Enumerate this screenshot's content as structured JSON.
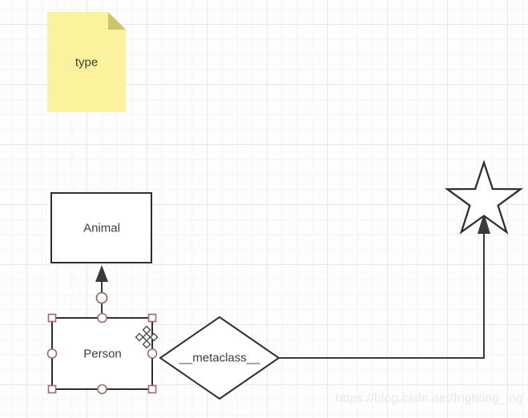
{
  "canvas": {
    "watermark": "https://blog.csdn.net/frighting_ing"
  },
  "shapes": {
    "note": {
      "type": "note",
      "label": "type"
    },
    "animal": {
      "type": "rectangle",
      "label": "Animal"
    },
    "person": {
      "type": "rectangle",
      "label": "Person",
      "selected": true
    },
    "metaclass": {
      "type": "diamond",
      "label": "__metaclass__"
    },
    "star": {
      "type": "star",
      "label": ""
    }
  },
  "edges": [
    {
      "from": "Person",
      "to": "Animal",
      "style": "straight-arrow-up"
    },
    {
      "from": "__metaclass__",
      "to": "star",
      "style": "elbow-arrow"
    }
  ],
  "colors": {
    "canvas_bg": "#fdfdfd",
    "grid_minor": "#f4f4f4",
    "grid_major": "#e8e8e8",
    "shape_stroke": "#2f2f2f",
    "shape_fill": "#ffffff",
    "note_fill": "#fbf29d",
    "note_fold": "#cdc46e",
    "edge_stroke": "#3a3a3a",
    "label_color": "#3c3c3c",
    "handle_stroke": "#9e6b6b",
    "handle_fill": "#ffffff",
    "watermark_color": "#e8e8e8"
  }
}
